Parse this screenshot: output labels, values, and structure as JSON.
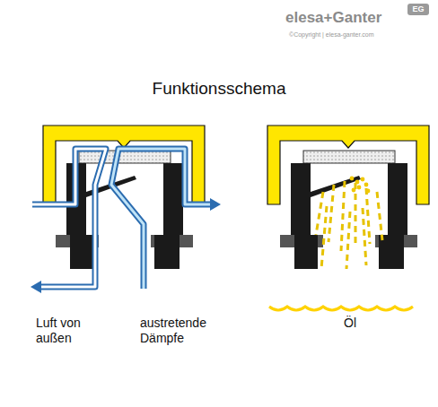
{
  "diagram": {
    "title": "Funktionsschema",
    "labels": [
      "elesa+Ganter",
      "EG",
      "©Copyright | elesa-ganter.com",
      "Luft von außen",
      "austretende Dämpfe",
      "Öl"
    ]
  }
}
